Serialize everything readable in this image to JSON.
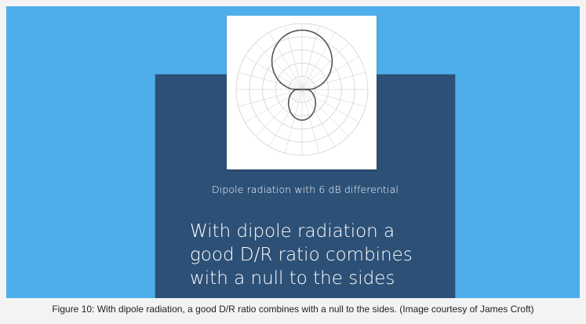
{
  "figure": {
    "slide": {
      "subtitle": "Dipole radiation with 6 dB differential",
      "headline_lines": [
        "With dipole radiation a",
        "good D/R ratio combines",
        "with a null to the sides"
      ]
    },
    "caption": "Figure 10: With dipole radiation, a good D/R ratio combines with a null to the sides. (Image courtesy of James Croft)"
  },
  "colors": {
    "frame_background": "#4eaeeb",
    "slide_background": "#2d5077",
    "page_background": "#f3f3f3",
    "plot_trace": "#555555",
    "plot_grid": "#cccccc"
  }
}
